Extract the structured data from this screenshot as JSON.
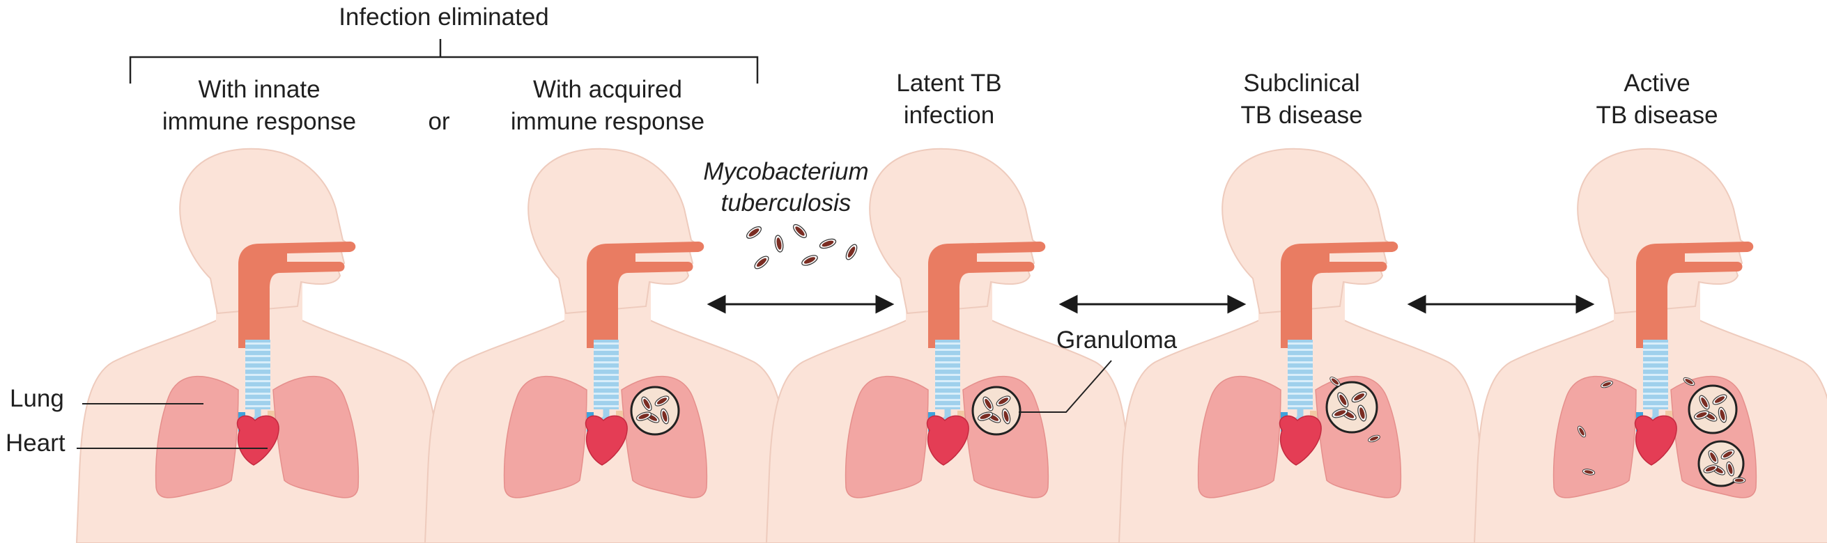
{
  "header": {
    "group_label": "Infection eliminated",
    "or_label": "or"
  },
  "stages": [
    {
      "line1": "With innate",
      "line2": "immune response",
      "bacteria": "none"
    },
    {
      "line1": "With acquired",
      "line2": "immune response",
      "bacteria": "one-granuloma"
    },
    {
      "line1": "Latent TB",
      "line2": "infection",
      "bacteria": "one-granuloma"
    },
    {
      "line1": "Subclinical",
      "line2": "TB disease",
      "bacteria": "granuloma-spread"
    },
    {
      "line1": "Active",
      "line2": "TB disease",
      "bacteria": "two-granulomas-spread"
    }
  ],
  "pathogen": {
    "line1": "Mycobacterium",
    "line2": "tuberculosis"
  },
  "callouts": {
    "lung": "Lung",
    "heart": "Heart",
    "granuloma": "Granuloma"
  },
  "colors": {
    "skin": "#fbe3d8",
    "skin_outline": "#eecbbd",
    "airway": "#e97c62",
    "trachea": "#9fd0ec",
    "trachea_ring": "#d9eefa",
    "lung": "#f2a6a3",
    "heart": "#e43d55",
    "vessel": "#3fa3dd",
    "bacterium": "#7a2c22"
  }
}
